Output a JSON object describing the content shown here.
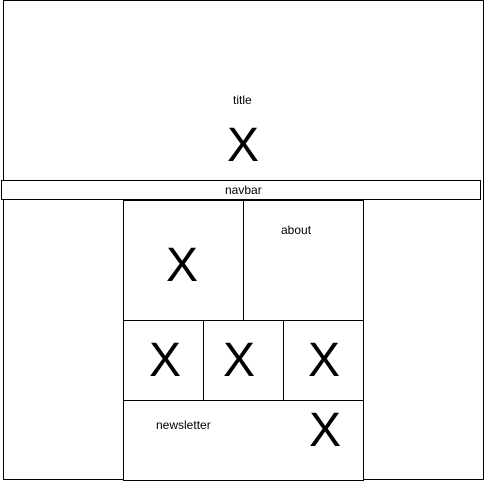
{
  "header": {
    "title_label": "title",
    "image_placeholder": "X"
  },
  "navbar": {
    "label": "navbar"
  },
  "content": {
    "hero_placeholder": "X",
    "about_label": "about",
    "gallery": [
      {
        "placeholder": "X"
      },
      {
        "placeholder": "X"
      },
      {
        "placeholder": "X"
      }
    ],
    "newsletter_label": "newsletter",
    "newsletter_placeholder": "X"
  }
}
